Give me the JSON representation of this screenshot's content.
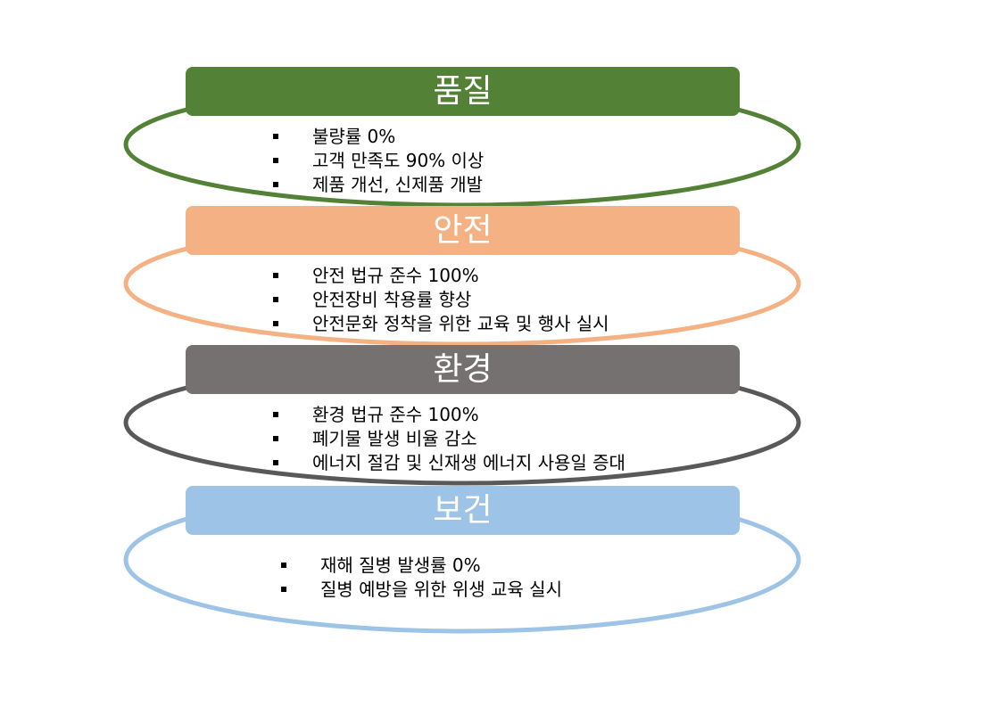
{
  "sections": [
    {
      "title": "품질",
      "color": "#538135",
      "items": [
        "불량률 0%",
        "고객 만족도 90% 이상",
        "제품 개선, 신제품 개발"
      ]
    },
    {
      "title": "안전",
      "color": "#F4B183",
      "items": [
        "안전 법규 준수 100%",
        "안전장비 착용률 향상",
        "안전문화 정착을 위한 교육 및 행사 실시"
      ]
    },
    {
      "title": "환경",
      "color": "#767171",
      "ring_color": "#595959",
      "items": [
        "환경 법규 준수 100%",
        "폐기물 발생 비율 감소",
        "에너지 절감 및 신재생 에너지 사용일 증대"
      ]
    },
    {
      "title": "보건",
      "color": "#9DC3E6",
      "items": [
        "재해 질병 발생률 0%",
        "질병 예방을 위한 위생 교육 실시"
      ]
    }
  ]
}
